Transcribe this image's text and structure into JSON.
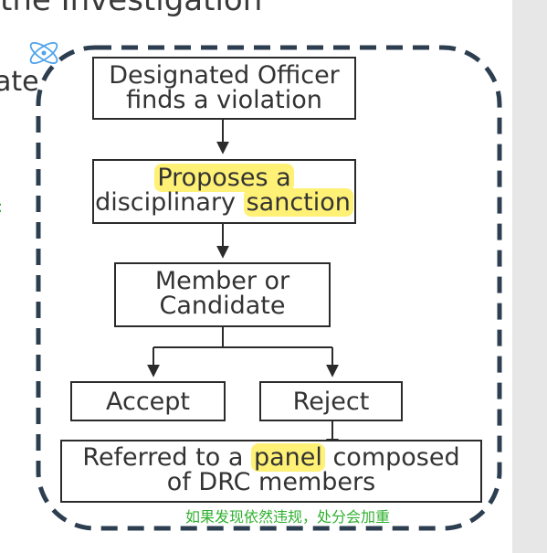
{
  "slide": {
    "title_fragment": "the Investigation",
    "side_word": "ate",
    "green_mark": ":"
  },
  "flowchart": {
    "step1": {
      "line1": "Designated Officer",
      "line2": "finds a violation"
    },
    "step2": {
      "line1": "Proposes a",
      "line2_pre": "disciplinary ",
      "line2_highlight": "sanction"
    },
    "step3": {
      "line1": "Member or",
      "line2": "Candidate"
    },
    "accept": "Accept",
    "reject": "Reject",
    "step5": {
      "line1_pre": "Referred to a ",
      "line1_highlight": "panel",
      "line1_post": " composed",
      "line2": "of DRC members"
    }
  },
  "caption": "如果发现依然违规，处分会加重",
  "colors": {
    "frame": "#2c3e50",
    "highlight": "#fff176",
    "caption": "#2fb12f",
    "side_panel": "#e7e7e7"
  },
  "icons": {
    "atom": "atom-icon"
  }
}
